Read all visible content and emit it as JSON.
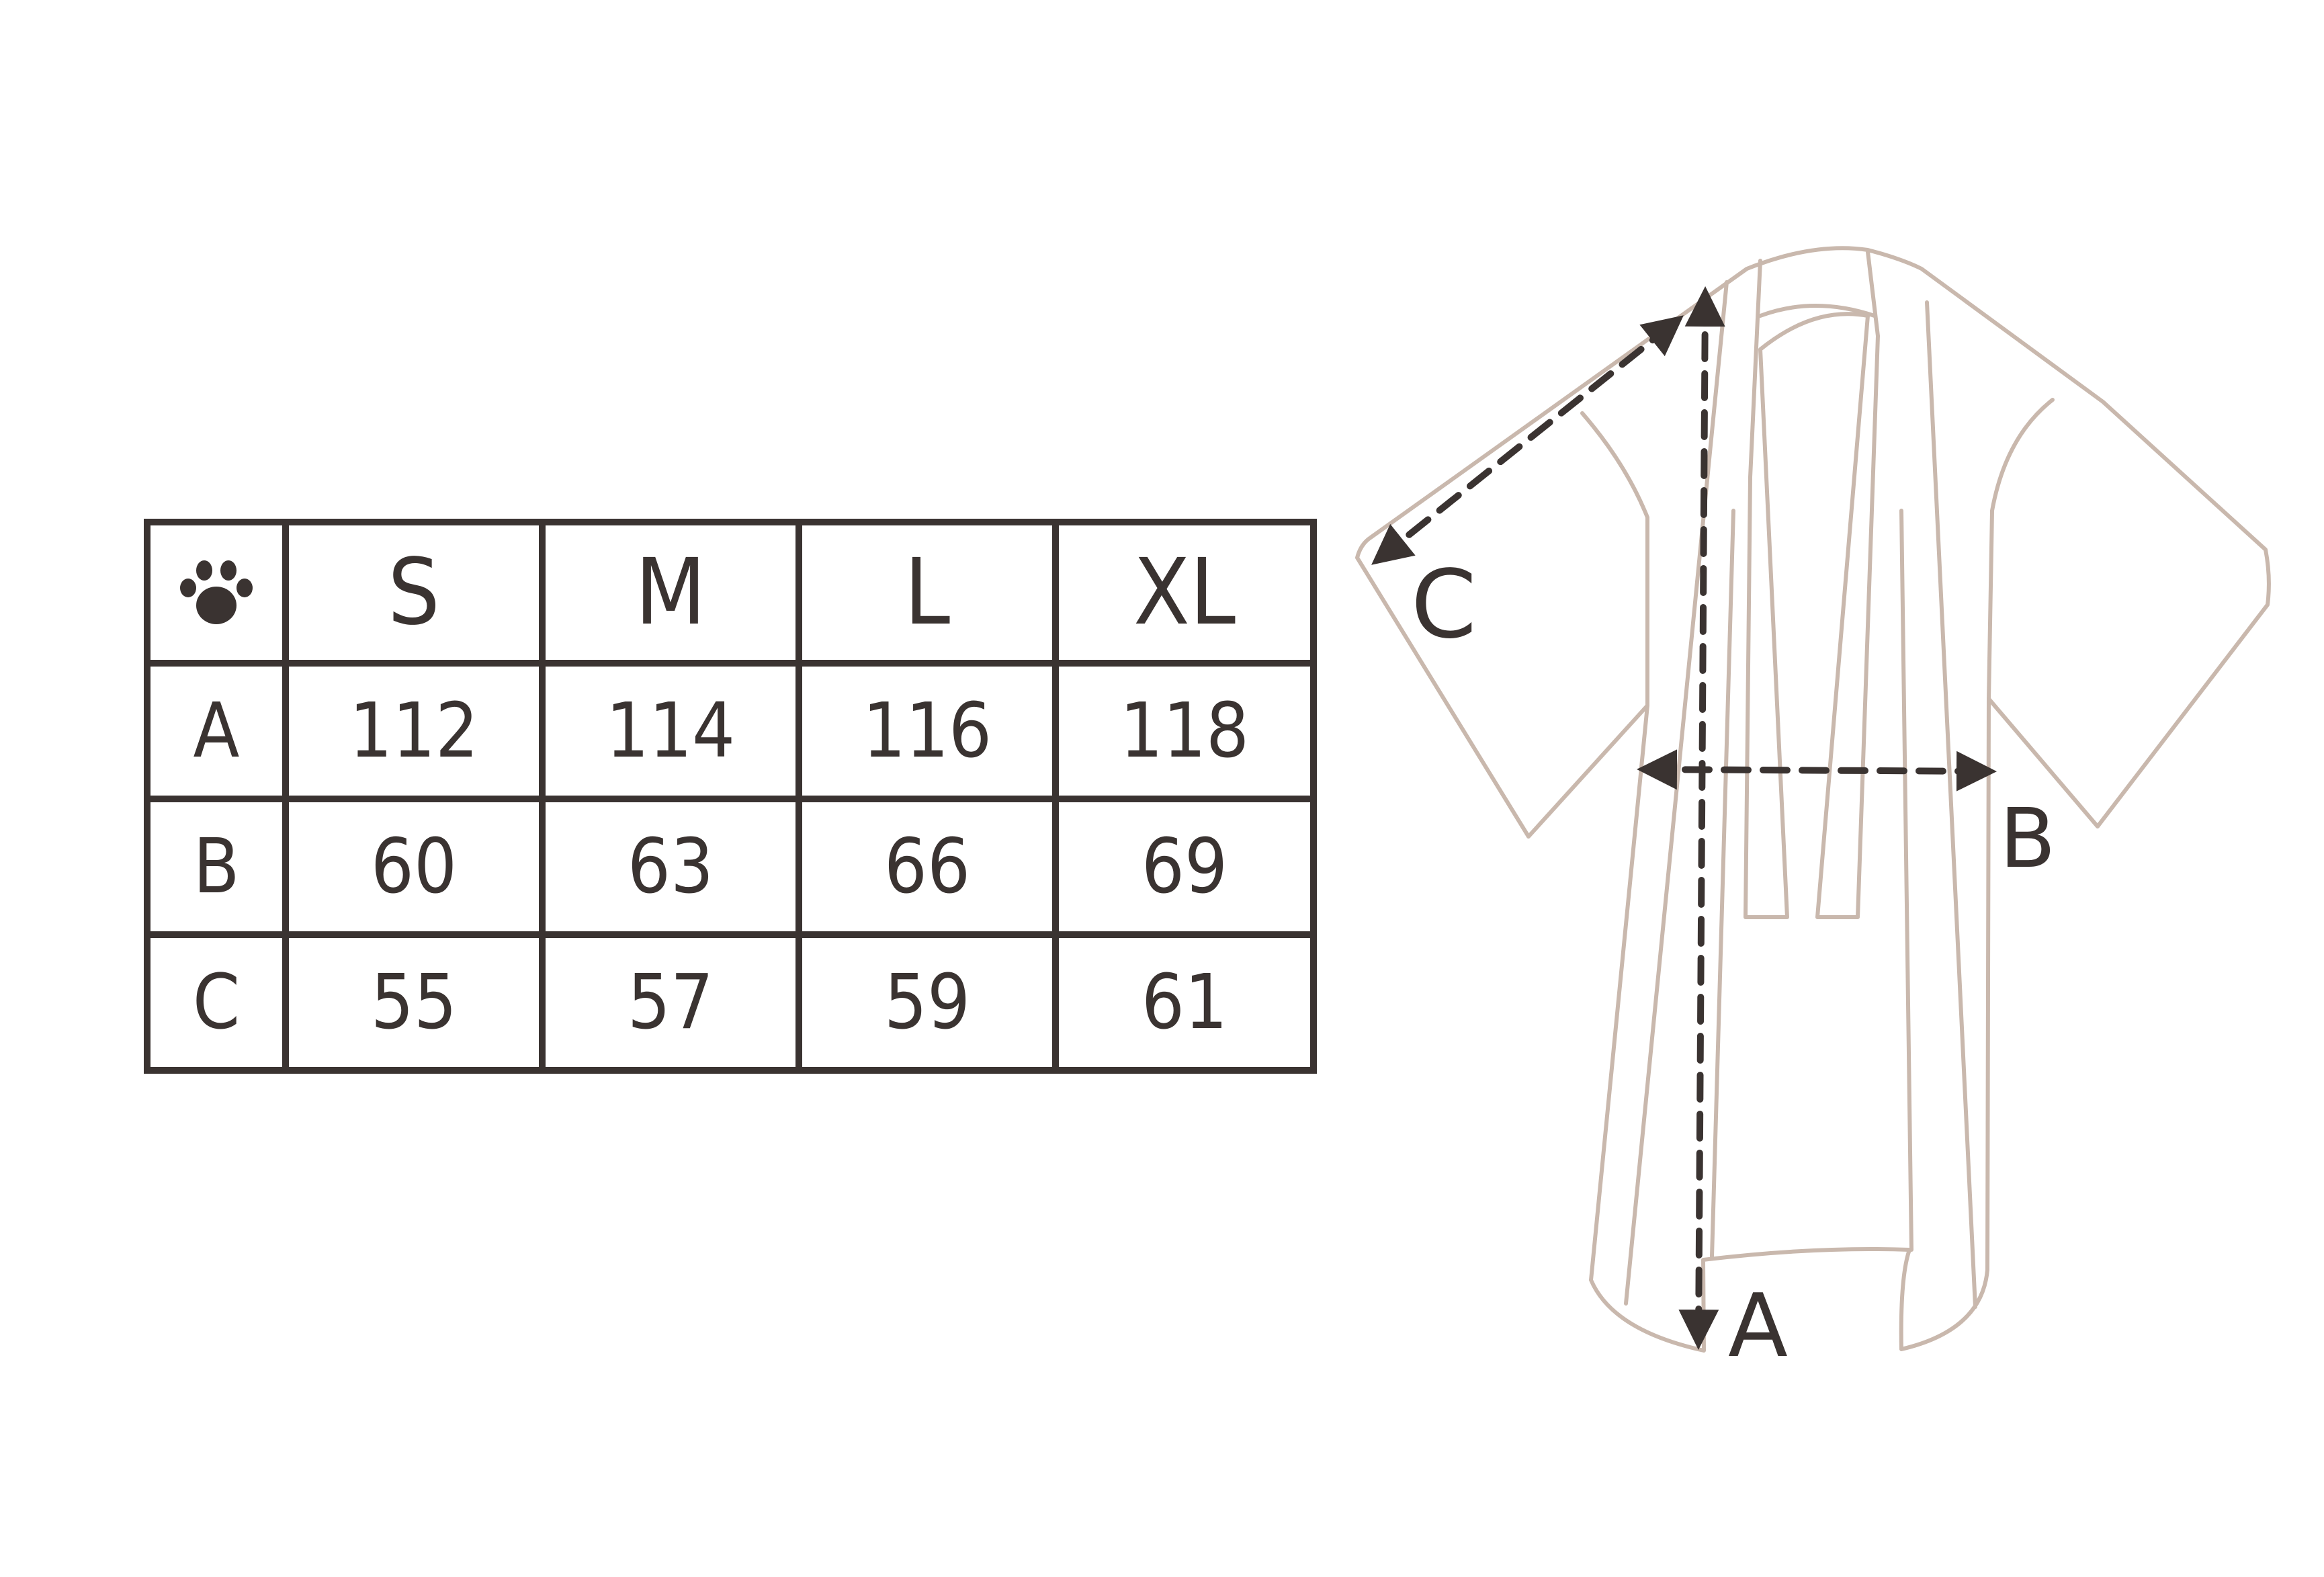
{
  "table": {
    "header": {
      "corner_icon": "paw-icon",
      "sizes": [
        "S",
        "M",
        "L",
        "XL"
      ]
    },
    "rows": [
      {
        "label": "A",
        "values": [
          "112",
          "114",
          "116",
          "118"
        ]
      },
      {
        "label": "B",
        "values": [
          "60",
          "63",
          "66",
          "69"
        ]
      },
      {
        "label": "C",
        "values": [
          "55",
          "57",
          "59",
          "61"
        ]
      }
    ]
  },
  "diagram": {
    "garment_icon": "kimono-cardigan-outline",
    "labels": {
      "a": "A",
      "b": "B",
      "c": "C"
    },
    "colors": {
      "outline": "#c9b8ad",
      "arrows": "#3a3331",
      "table_lines": "#3a3331"
    }
  }
}
